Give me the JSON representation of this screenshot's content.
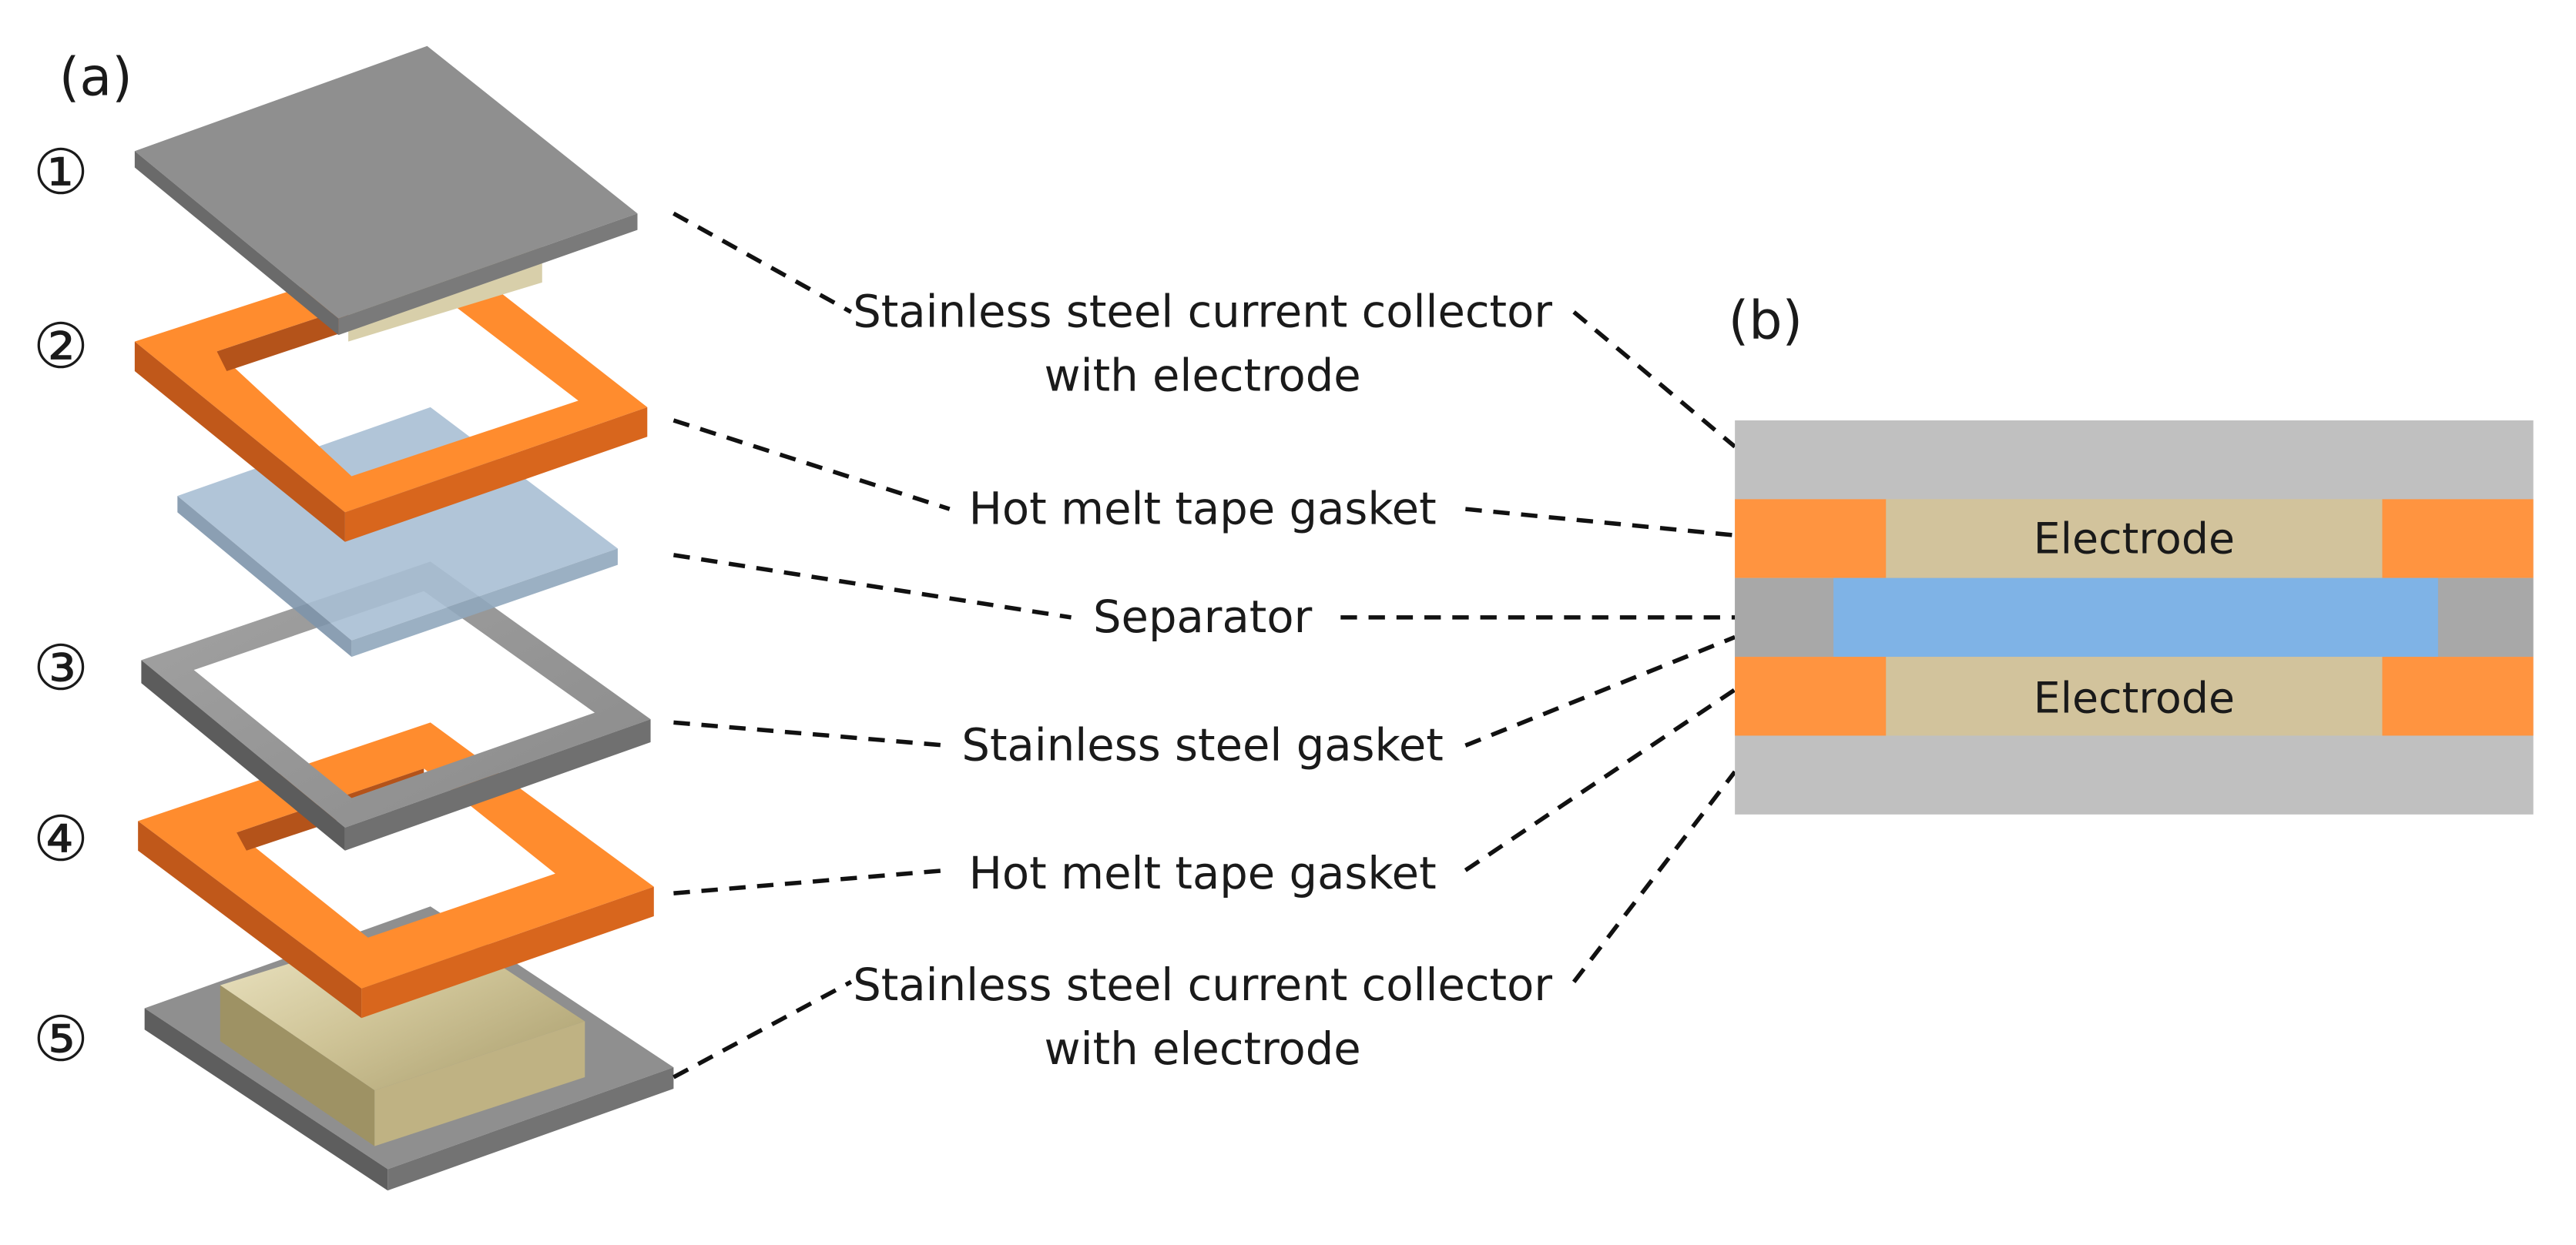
{
  "panel_a_label": "(a)",
  "panel_b_label": "(b)",
  "layer_numbers": [
    "①",
    "②",
    "③",
    "④",
    "⑤"
  ],
  "callouts": {
    "top_collector": [
      "Stainless steel current collector",
      "with electrode"
    ],
    "hot_melt_top": "Hot melt tape gasket",
    "separator": "Separator",
    "steel_gasket": "Stainless steel gasket",
    "hot_melt_bottom": "Hot melt tape gasket",
    "bottom_collector": [
      "Stainless steel current collector",
      "with electrode"
    ]
  },
  "cross_section": {
    "electrode_top": "Electrode",
    "electrode_bottom": "Electrode"
  },
  "colors": {
    "steel": "#8a8a8a",
    "orange_gasket": "#ff8c2e",
    "separator_blue": "#7fb3e6",
    "electrode_tan": "#d2c39c",
    "collector_grey": "#c0c0c0"
  }
}
